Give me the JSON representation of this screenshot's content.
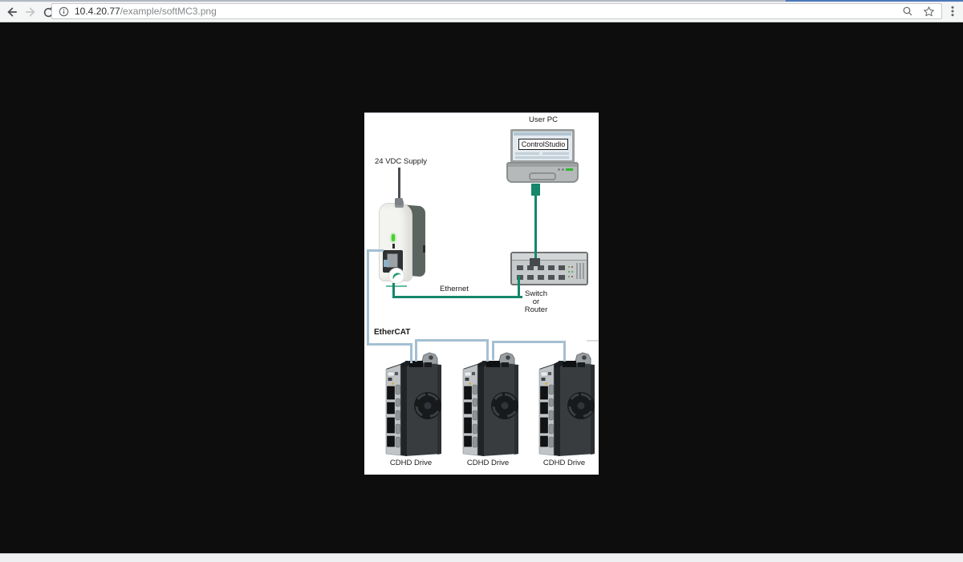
{
  "browser": {
    "url": {
      "host": "10.4.20.77",
      "path": "/example/softMC3.png"
    },
    "icons": [
      "back",
      "forward",
      "refresh",
      "page-info",
      "zoom",
      "bookmark-star",
      "menu"
    ]
  },
  "diagram": {
    "user_pc_label": "User PC",
    "laptop_app_label": "ControlStudio",
    "supply_label": "24 VDC Supply",
    "ethernet_label": "Ethernet",
    "ethercat_label": "EtherCAT",
    "switch_lines": [
      "Switch",
      "or",
      "Router"
    ],
    "drives": [
      {
        "label": "CDHD Drive"
      },
      {
        "label": "CDHD Drive"
      },
      {
        "label": "CDHD Drive"
      }
    ],
    "colors": {
      "ethernet_cable": "#17866a",
      "ethercat_cable": "#a4bfd2",
      "status_led": "#46d12e"
    }
  }
}
